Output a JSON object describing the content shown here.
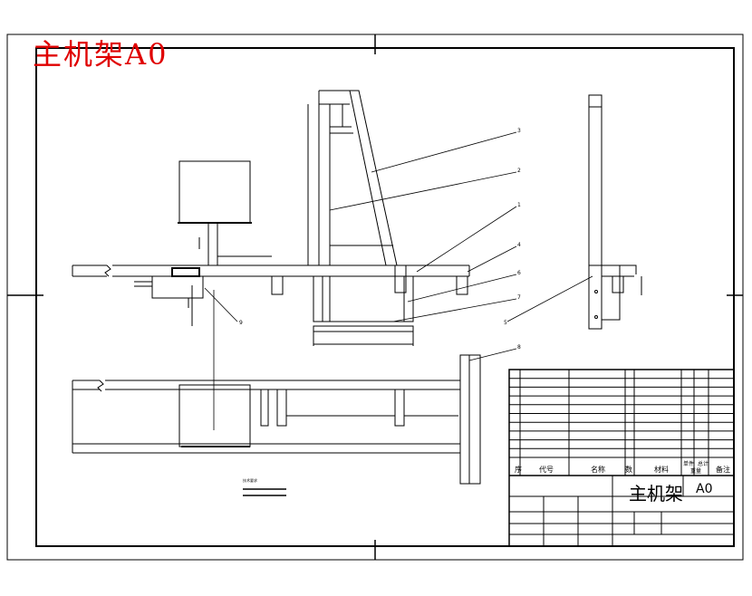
{
  "drawing": {
    "overlay_title": "主机架A0",
    "title_block": {
      "name": "主机架",
      "format": "A0",
      "col_headers": [
        "序",
        "代号",
        "名称",
        "数",
        "材料",
        "单件",
        "总计",
        "备注"
      ],
      "weight_label": "重量",
      "parts_rows": 10
    },
    "balloons": [
      "3",
      "2",
      "1",
      "4",
      "6",
      "7",
      "8",
      "5",
      "9"
    ],
    "tech_notes_title": "技术要求"
  },
  "colors": {
    "ink": "#000000",
    "overlay": "#e00000"
  }
}
